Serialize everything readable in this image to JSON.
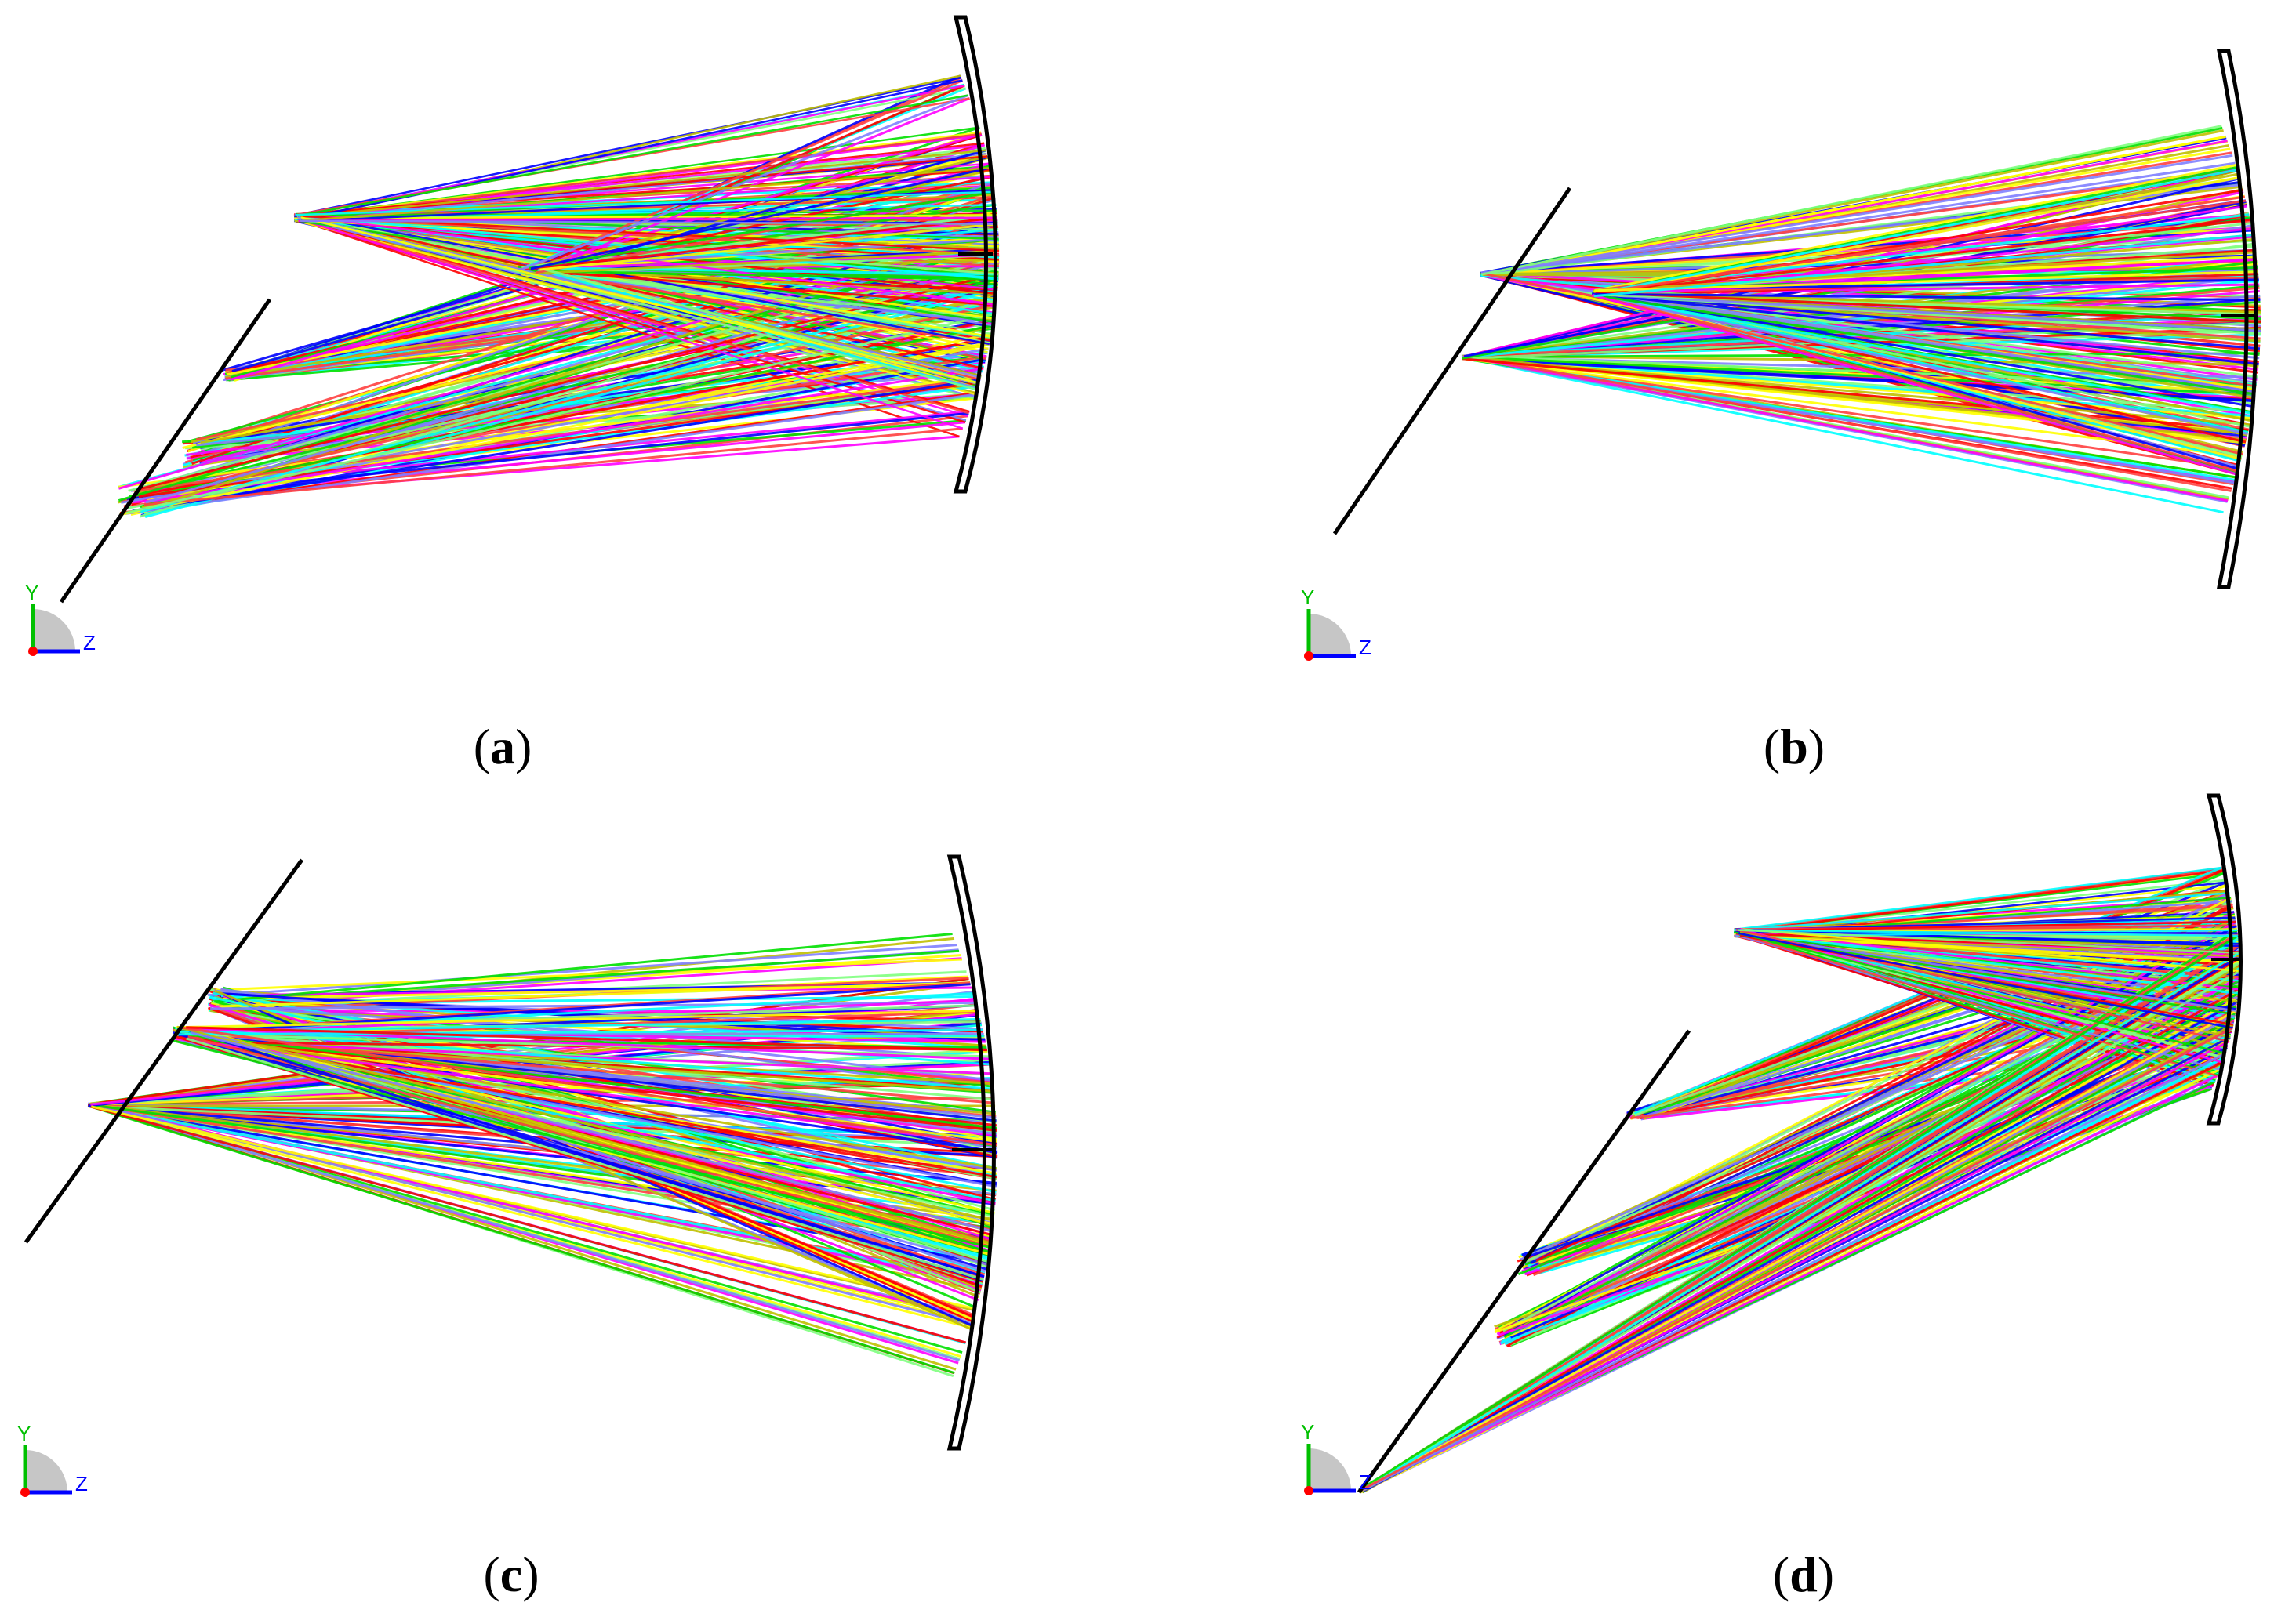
{
  "figure": {
    "panels": [
      {
        "id": "a",
        "label": "a",
        "axis_labels": {
          "y": "Y",
          "z": "Z"
        }
      },
      {
        "id": "b",
        "label": "b",
        "axis_labels": {
          "y": "Y",
          "z": "Z"
        }
      },
      {
        "id": "c",
        "label": "c",
        "axis_labels": {
          "y": "Y",
          "z": "Z"
        }
      },
      {
        "id": "d",
        "label": "d",
        "axis_labels": {
          "y": "Y",
          "z": "Z"
        }
      }
    ],
    "colors": {
      "ray_palette": [
        "#ff0000",
        "#00e000",
        "#0000ff",
        "#ffff00",
        "#ff00ff",
        "#00ffff",
        "#c0c000",
        "#8080ff",
        "#ff4040",
        "#80ff80"
      ],
      "outline": "#000000",
      "axis_y": "#00c000",
      "axis_z": "#0000ff",
      "axis_origin": "#ff0000",
      "axis_fill": "#c0c0c0"
    }
  }
}
